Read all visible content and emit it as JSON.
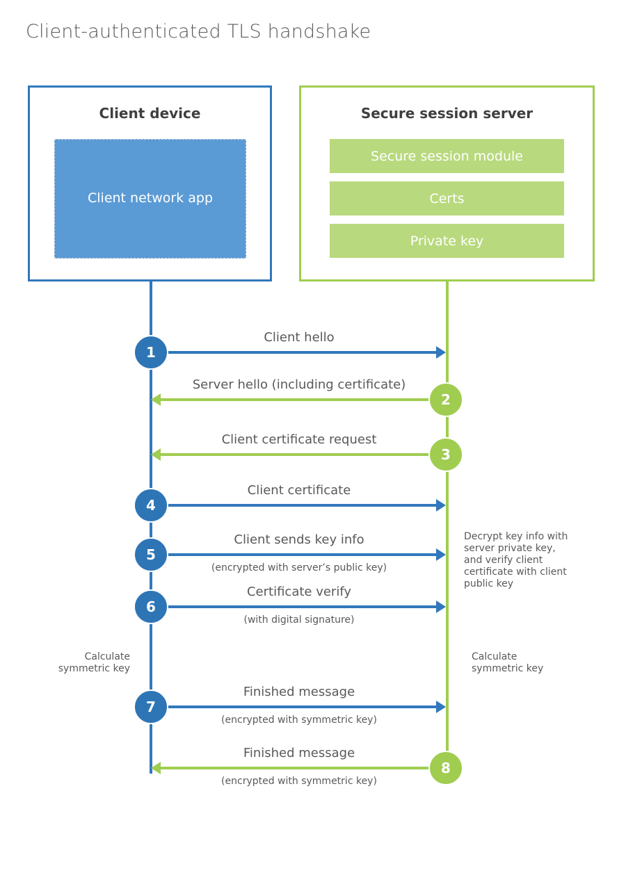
{
  "title": "Client-authenticated TLS handshake",
  "colors": {
    "blue_stroke": "#3178bc",
    "blue_circle": "#2e75b6",
    "blue_fill": "#5b9bd5",
    "green_stroke": "#a0cd50",
    "green_fill": "#b8d97d",
    "label_text": "#58595b",
    "heading_text": "#3f3f3f"
  },
  "client_box": {
    "title": "Client device",
    "module": "Client network app"
  },
  "server_box": {
    "title": "Secure session server",
    "modules": [
      "Secure session module",
      "Certs",
      "Private key"
    ]
  },
  "arrows": [
    {
      "number": "1",
      "label": "Client hello",
      "sub": "",
      "from": "client",
      "to": "server"
    },
    {
      "number": "2",
      "label": "Server hello (including certificate)",
      "sub": "",
      "from": "server",
      "to": "client"
    },
    {
      "number": "3",
      "label": "Client certificate request",
      "sub": "",
      "from": "server",
      "to": "client"
    },
    {
      "number": "4",
      "label": "Client certificate",
      "sub": "",
      "from": "client",
      "to": "server"
    },
    {
      "number": "5",
      "label": "Client sends key info",
      "sub": "(encrypted with server’s public key)",
      "from": "client",
      "to": "server"
    },
    {
      "number": "6",
      "label": "Certificate verify",
      "sub": "(with digital signature)",
      "from": "client",
      "to": "server"
    },
    {
      "number": "7",
      "label": "Finished message",
      "sub": "(encrypted with symmetric key)",
      "from": "client",
      "to": "server"
    },
    {
      "number": "8",
      "label": "Finished message",
      "sub": "(encrypted with symmetric key)",
      "from": "server",
      "to": "client"
    }
  ],
  "notes": {
    "decrypt": "Decrypt key info with server private key, and verify client certificate with client public key",
    "calc_left": "Calculate symmetric key",
    "calc_right": "Calculate symmetric key"
  }
}
